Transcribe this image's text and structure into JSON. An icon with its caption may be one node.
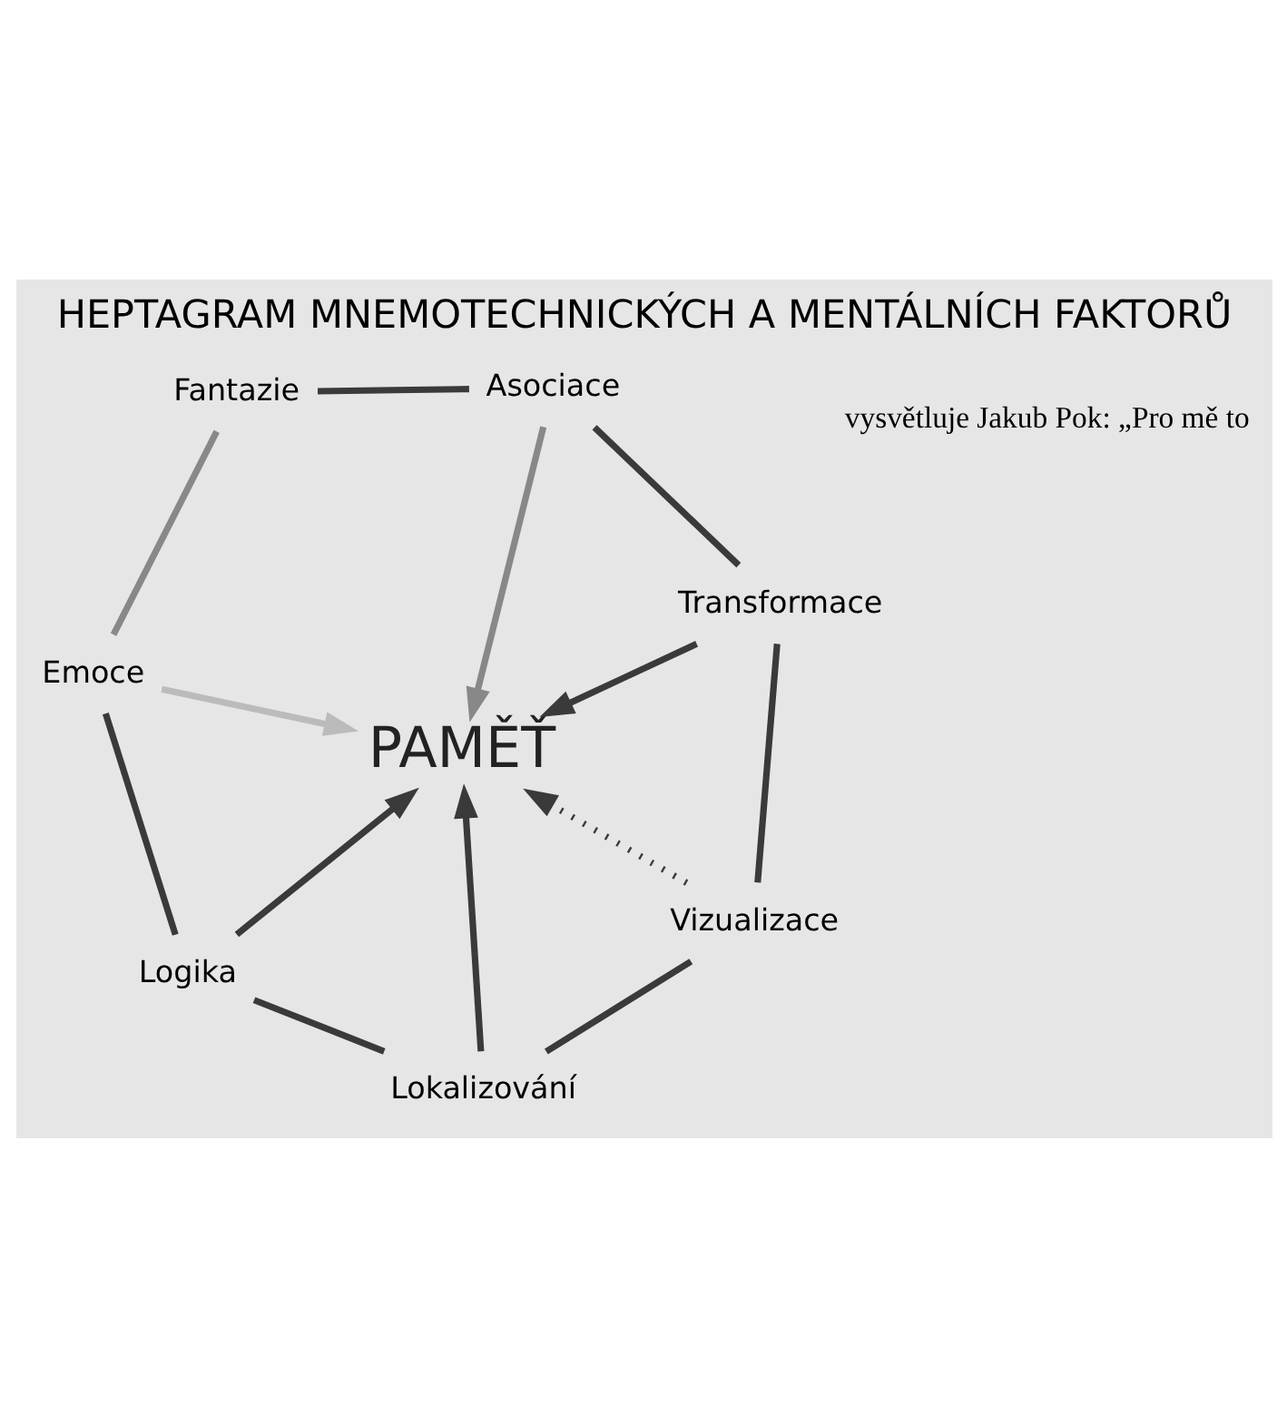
{
  "diagram": {
    "title": "HEPTAGRAM MNEMOTECHNICKÝCH A MENTÁLNÍCH FAKTORŮ",
    "nodes": [
      {
        "text": [
          "Emoce"
        ]
      },
      {
        "text": [
          "Fantazie"
        ]
      },
      {
        "text": [
          "Logika"
        ]
      },
      {
        "text": [
          "Asociace"
        ]
      },
      {
        "text": [
          "PAMĚŤ"
        ]
      },
      {
        "text": [
          "Lokalizování"
        ]
      },
      {
        "text": [
          "Transformace"
        ]
      },
      {
        "text": [
          "Vizualizace"
        ]
      }
    ],
    "edges": [
      {
        "from": 1,
        "to": 0,
        "arrow": "none",
        "color": "#888888"
      },
      {
        "from": 0,
        "to": 2,
        "arrow": "none"
      },
      {
        "from": 2,
        "to": 5,
        "arrow": "none"
      },
      {
        "from": 5,
        "to": 7,
        "arrow": "none"
      },
      {
        "from": 7,
        "to": 6,
        "arrow": "none"
      },
      {
        "from": 6,
        "to": 3,
        "arrow": "none"
      },
      {
        "from": 3,
        "to": 1,
        "arrow": "none"
      },
      {
        "from": 0,
        "to": 4,
        "arrow": "to",
        "color": "#bbbbbb"
      },
      {
        "from": 2,
        "to": 4,
        "arrow": "to"
      },
      {
        "from": 5,
        "to": 4,
        "arrow": "to"
      },
      {
        "from": 7,
        "to": 4,
        "arrow": "to",
        "style": "dashed"
      },
      {
        "from": 6,
        "to": 4,
        "arrow": "to"
      },
      {
        "from": 3,
        "to": 4,
        "arrow": "to",
        "color": "#888888"
      }
    ],
    "labels": [
      "vysvětluje Jakub Pok: „Pro mě to"
    ]
  }
}
